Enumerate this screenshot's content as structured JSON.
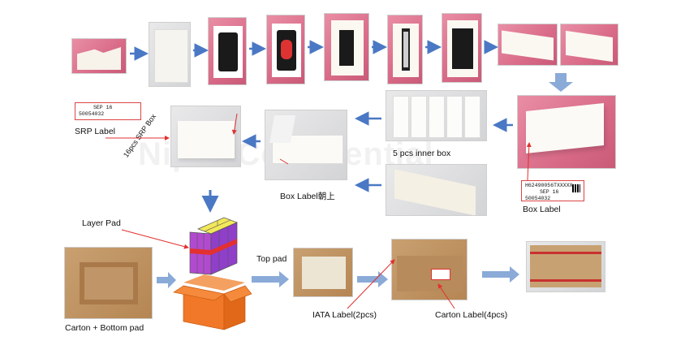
{
  "watermark": "Nipro Confidential",
  "labels": {
    "srp_label": "SRP Label",
    "srp_box_16": "16pcs SRP Box",
    "box_label_up": "Box Label朝上",
    "inner_box_5": "5 pcs inner box",
    "box_label": "Box  Label",
    "layer_pad": "Layer Pad",
    "top_pad": "Top pad",
    "carton_bottom_pad": "Carton + Bottom pad",
    "iata_label": "IATA Label(2pcs)",
    "carton_label": "Carton Label(4pcs)"
  },
  "srp_label_card": {
    "line1": "SEP  16",
    "line2": "50054032"
  },
  "box_label_card": {
    "line1": "H62490056TXXXXX",
    "line2": "SEP  16",
    "line3": "50054032"
  },
  "colors": {
    "arrow": "#4a78c4",
    "arrow_light": "#8aaad8",
    "red": "#e33030",
    "cube_top": "#f2e85a",
    "cube_side": "#b24ad0",
    "cube_band": "#e33030",
    "carton_box": "#f07828"
  }
}
